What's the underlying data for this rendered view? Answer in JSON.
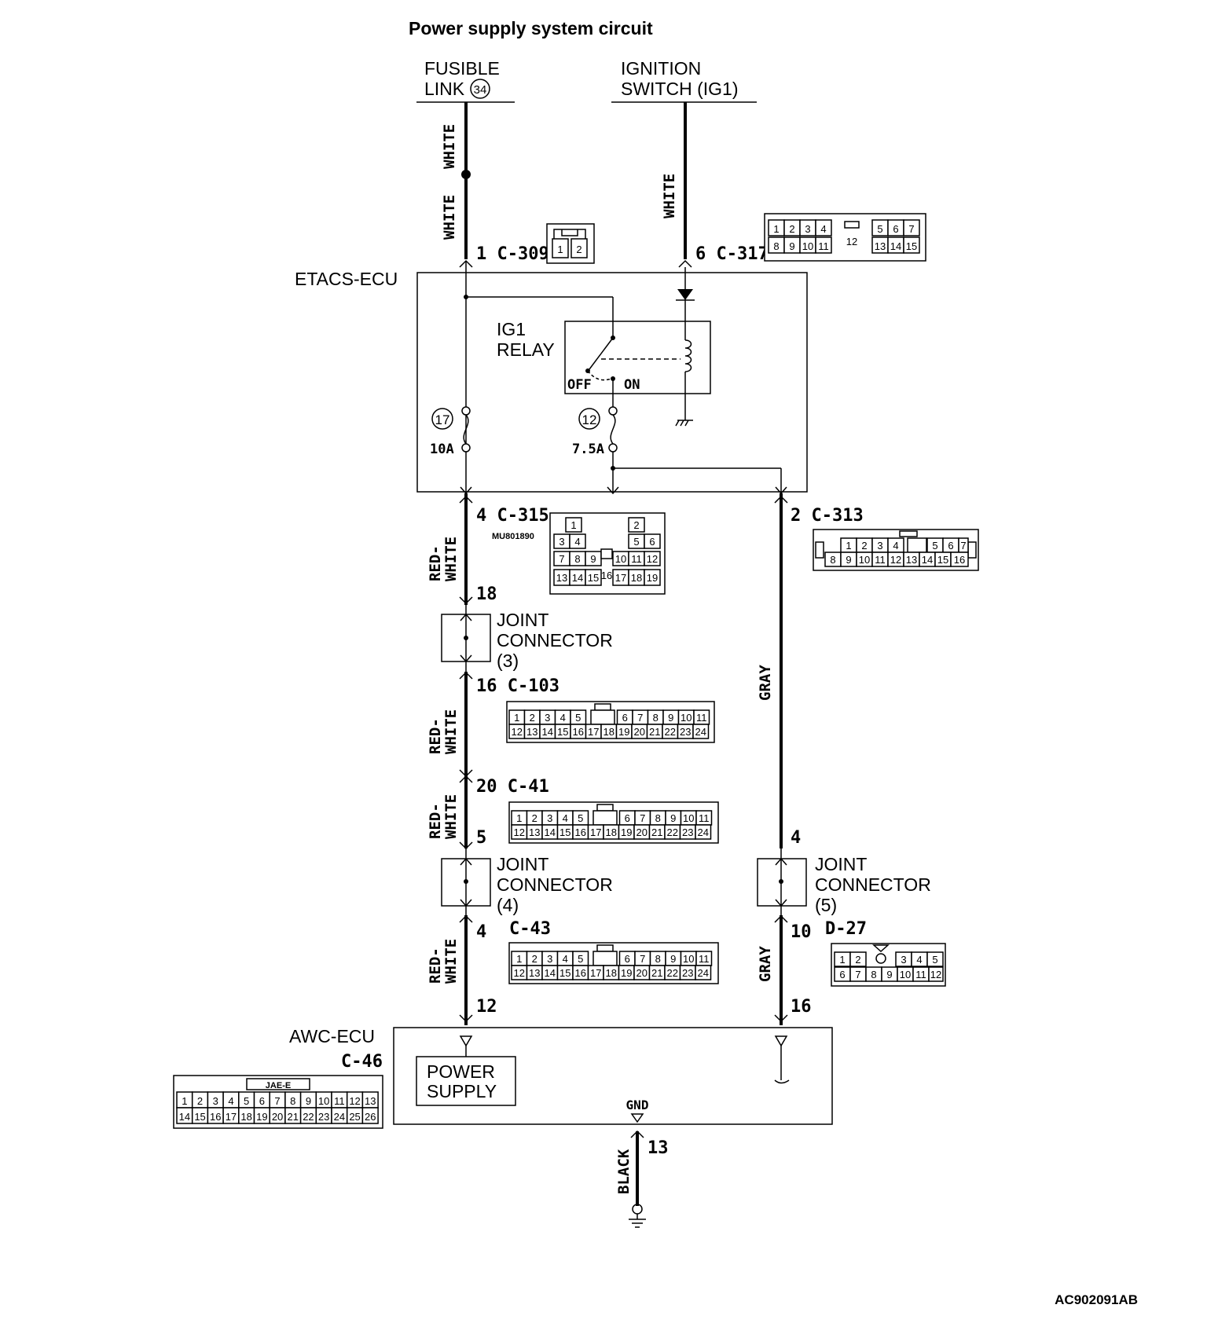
{
  "title": "Power supply system circuit",
  "sources": {
    "fusible_link_line1": "FUSIBLE",
    "fusible_link_line2": "LINK",
    "fusible_link_number": "34",
    "ignition_line1": "IGNITION",
    "ignition_line2": "SWITCH (IG1)"
  },
  "modules": {
    "etacs": "ETACS-ECU",
    "relay_line1": "IG1",
    "relay_line2": "RELAY",
    "relay_off": "OFF",
    "relay_on": "ON",
    "fuse17_num": "17",
    "fuse17_rating": "10A",
    "fuse12_num": "12",
    "fuse12_rating": "7.5A",
    "awc": "AWC-ECU",
    "power_line1": "POWER",
    "power_line2": "SUPPLY",
    "gnd": "GND"
  },
  "joints": {
    "j3_line1": "JOINT",
    "j3_line2": "CONNECTOR",
    "j3_line3": "(3)",
    "j4_line1": "JOINT",
    "j4_line2": "CONNECTOR",
    "j4_line3": "(4)",
    "j5_line1": "JOINT",
    "j5_line2": "CONNECTOR",
    "j5_line3": "(5)"
  },
  "wires": {
    "white_a": "WHITE",
    "white_b": "WHITE",
    "white_c": "WHITE",
    "rw1_line1": "RED-",
    "rw1_line2": "WHITE",
    "rw2_line1": "RED-",
    "rw2_line2": "WHITE",
    "rw3_line1": "RED-",
    "rw3_line2": "WHITE",
    "rw4_line1": "RED-",
    "rw4_line2": "WHITE",
    "gray_a": "GRAY",
    "gray_b": "GRAY",
    "black": "BLACK"
  },
  "pins": {
    "c309": "1 C-309",
    "c317": "6 C-317",
    "c315": "4 C-315",
    "c315_part": "MU801890",
    "c313": "2 C-313",
    "p18": "18",
    "c103": "16 C-103",
    "c41": "20 C-41",
    "p5": "5",
    "c43_pin": "4",
    "c43": "C-43",
    "p4_gray": "4",
    "d27_pin": "10",
    "d27": "D-27",
    "p12": "12",
    "p16": "16",
    "c46": "C-46",
    "jae": "JAE-E",
    "p13": "13"
  },
  "connector_pins": {
    "c309": [
      "1",
      "2"
    ],
    "c317_top": [
      "1",
      "2",
      "3",
      "4",
      "5",
      "6",
      "7"
    ],
    "c317_bottom": [
      "8",
      "9",
      "10",
      "11",
      "13",
      "14",
      "15"
    ],
    "c317_mid": "12",
    "c315_r1": [
      "1",
      "2"
    ],
    "c315_r2": [
      "3",
      "4",
      "5",
      "6"
    ],
    "c315_r3": [
      "7",
      "8",
      "9",
      "10",
      "11",
      "12"
    ],
    "c315_r4": [
      "13",
      "14",
      "15",
      "16",
      "17",
      "18",
      "19"
    ],
    "c313_top": [
      "1",
      "2",
      "3",
      "4",
      "5",
      "6",
      "7"
    ],
    "c313_bottom": [
      "8",
      "9",
      "10",
      "11",
      "12",
      "13",
      "14",
      "15",
      "16"
    ],
    "c24_top": [
      "1",
      "2",
      "3",
      "4",
      "5",
      "6",
      "7",
      "8",
      "9",
      "10",
      "11"
    ],
    "c24_bottom": [
      "12",
      "13",
      "14",
      "15",
      "16",
      "17",
      "18",
      "19",
      "20",
      "21",
      "22",
      "23",
      "24"
    ],
    "d27_top": [
      "1",
      "2",
      "3",
      "4",
      "5"
    ],
    "d27_bottom": [
      "6",
      "7",
      "8",
      "9",
      "10",
      "11",
      "12"
    ],
    "c46_top": [
      "1",
      "2",
      "3",
      "4",
      "5",
      "6",
      "7",
      "8",
      "9",
      "10",
      "11",
      "12",
      "13"
    ],
    "c46_bottom": [
      "14",
      "15",
      "16",
      "17",
      "18",
      "19",
      "20",
      "21",
      "22",
      "23",
      "24",
      "25",
      "26"
    ]
  },
  "reference": "AC902091AB"
}
